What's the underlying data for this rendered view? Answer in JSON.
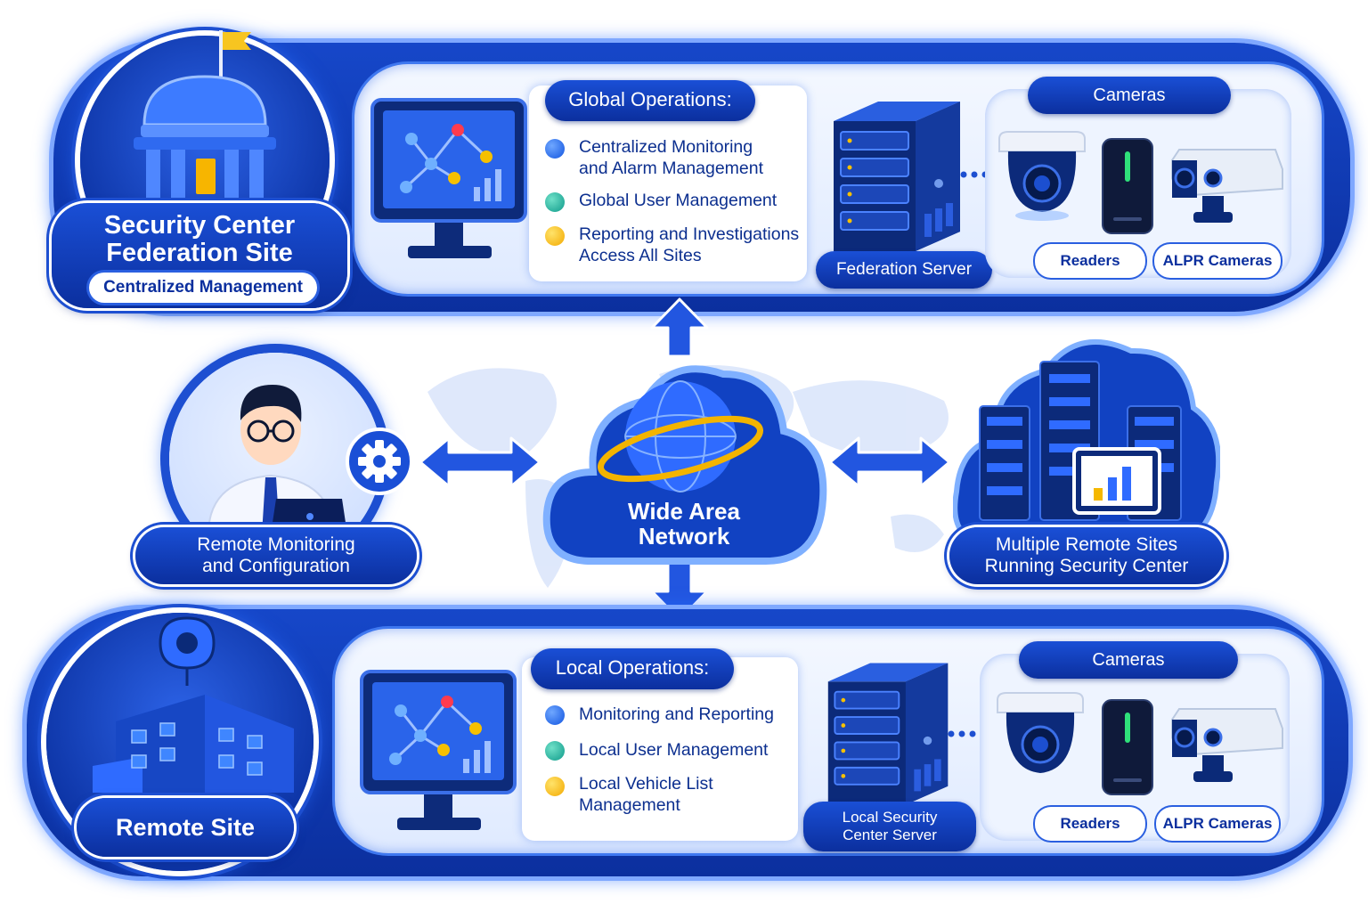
{
  "federation_site": {
    "title_line1": "Security Center",
    "title_line2": "Federation Site",
    "subtitle": "Centralized Management"
  },
  "global_operations": {
    "title": "Global Operations:",
    "items": [
      {
        "line1": "Centralized Monitoring",
        "line2": "and Alarm Management",
        "dot": "blue"
      },
      {
        "line1": "Global User Management",
        "line2": "",
        "dot": "teal"
      },
      {
        "line1": "Reporting and Investigations",
        "line2": "Access All Sites",
        "dot": "yellow"
      }
    ]
  },
  "federation_server": {
    "label": "Federation Server"
  },
  "top_equipment": {
    "cameras": "Cameras",
    "readers": "Readers",
    "alpr": "ALPR Cameras"
  },
  "remote_monitoring": {
    "line1": "Remote Monitoring",
    "line2": "and Configuration"
  },
  "wan": {
    "line1": "Wide Area",
    "line2": "Network"
  },
  "multiple_sites": {
    "line1": "Multiple Remote Sites",
    "line2": "Running Security Center"
  },
  "remote_site": {
    "title": "Remote Site"
  },
  "local_operations": {
    "title": "Local Operations:",
    "items": [
      {
        "line1": "Monitoring and Reporting",
        "line2": "",
        "dot": "blue"
      },
      {
        "line1": "Local User Management",
        "line2": "",
        "dot": "teal"
      },
      {
        "line1": "Local Vehicle List",
        "line2": "Management",
        "dot": "yellow"
      }
    ]
  },
  "local_server": {
    "line1": "Local Security",
    "line2": "Center Server"
  },
  "bottom_equipment": {
    "cameras": "Cameras",
    "readers": "Readers",
    "alpr": "ALPR Cameras"
  },
  "colors": {
    "primary": "#0b2f9e",
    "accent": "#1d4fd1",
    "gold": "#f3b400",
    "bar_blue": "#2f6bff",
    "bar_yellow": "#f5b800"
  }
}
